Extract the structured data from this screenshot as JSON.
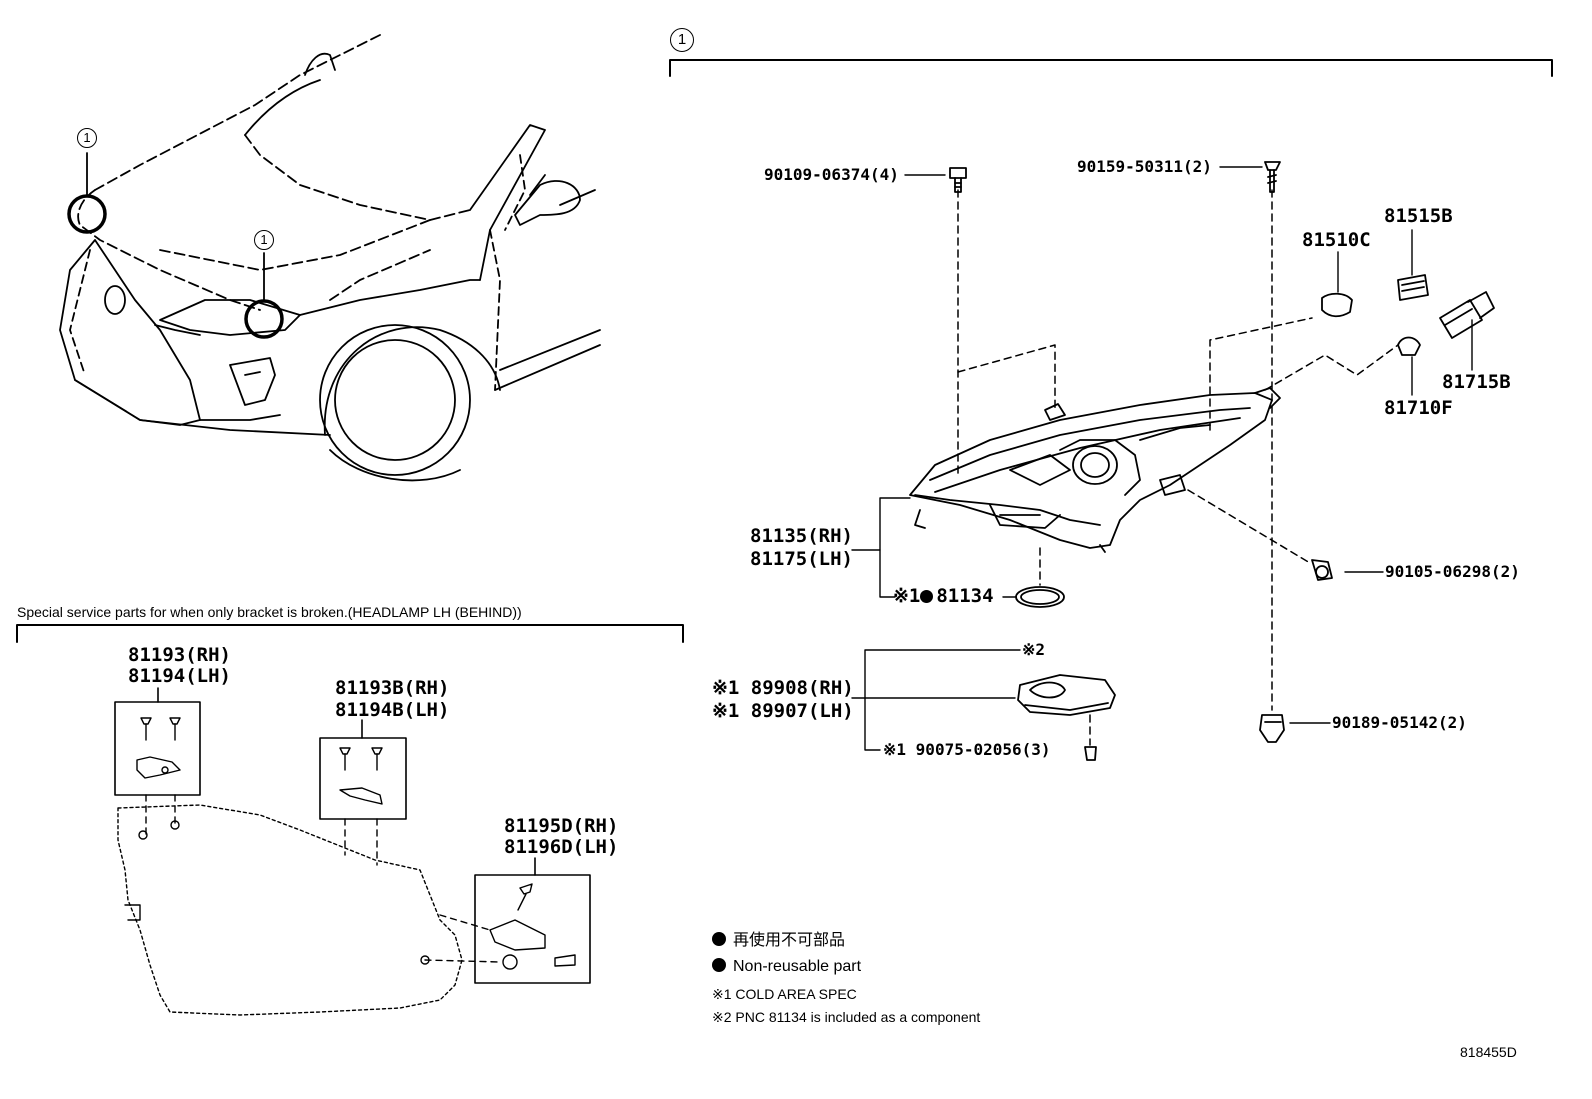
{
  "callouts": {
    "section_ref": "1",
    "car_ref_left": "1",
    "car_ref_right": "1"
  },
  "bracket_section_title": "Special service parts for when only bracket is broken.(HEADLAMP LH (BEHIND))",
  "parts": {
    "p_90109": "90109-06374(4)",
    "p_90159": "90159-50311(2)",
    "p_81515B": "81515B",
    "p_81510C": "81510C",
    "p_81715B": "81715B",
    "p_81710F": "81710F",
    "p_81135": "81135(RH)",
    "p_81175": "81175(LH)",
    "p_81134_prefix": "※1",
    "p_81134": "81134",
    "p_90105": "90105-06298(2)",
    "p_note2": "※2",
    "p_89908": "※1 89908(RH)",
    "p_89907": "※1 89907(LH)",
    "p_90075": "※1 90075-02056(3)",
    "p_90189": "90189-05142(2)",
    "p_81193": "81193(RH)",
    "p_81194": "81194(LH)",
    "p_81193B": "81193B(RH)",
    "p_81194B": "81194B(LH)",
    "p_81195D": "81195D(RH)",
    "p_81196D": "81196D(LH)"
  },
  "legend": {
    "jp": "再使用不可部品",
    "en": "Non-reusable part",
    "note1": "※1 COLD AREA SPEC",
    "note2": "※2 PNC 81134 is included as a component"
  },
  "diagram_code": "818455D"
}
